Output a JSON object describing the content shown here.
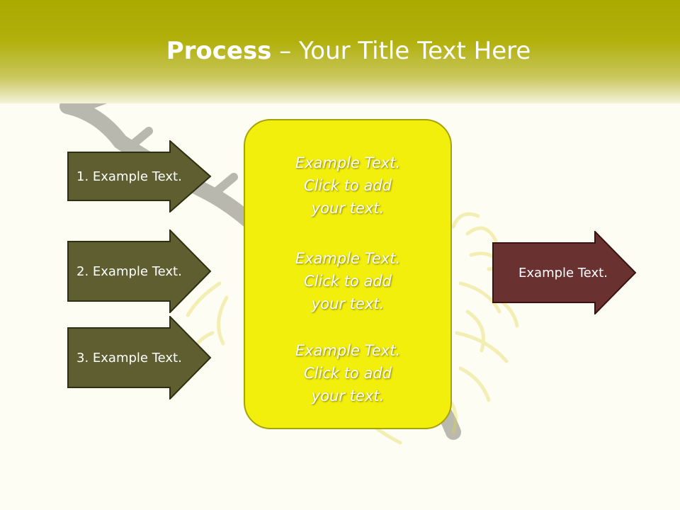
{
  "slide": {
    "title_bold": "Process",
    "title_rest": " – Your Title Text Here"
  },
  "left_arrows": [
    {
      "label": "1. Example Text."
    },
    {
      "label": "2. Example Text."
    },
    {
      "label": "3. Example Text."
    }
  ],
  "center": {
    "blocks": [
      {
        "line1": "Example Text.",
        "line2": "Click  to add",
        "line3": "your text."
      },
      {
        "line1": "Example Text.",
        "line2": "Click  to add",
        "line3": "your text."
      },
      {
        "line1": "Example Text.",
        "line2": "Click  to add",
        "line3": "your text."
      }
    ]
  },
  "right_arrow": {
    "label": "Example Text."
  },
  "colors": {
    "header": "#aaa900",
    "left_arrow_fill": "#5e5e30",
    "center_fill": "#f2ef0d",
    "right_arrow_fill": "#6a3131"
  },
  "icons": {
    "background": "witch-hazel-branch-image"
  }
}
